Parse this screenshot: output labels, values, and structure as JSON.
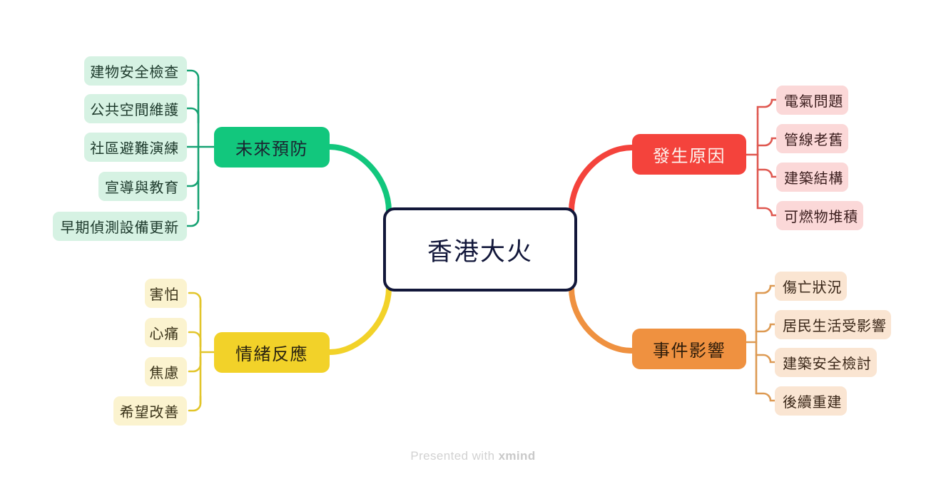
{
  "central": {
    "label": "香港大火"
  },
  "branches": [
    {
      "id": "prevention",
      "label": "未來預防",
      "color": "#12c77d",
      "side": "left",
      "children": [
        {
          "label": "建物安全檢查"
        },
        {
          "label": "公共空間維護"
        },
        {
          "label": "社區避難演練"
        },
        {
          "label": "宣導與教育"
        },
        {
          "label": "早期偵測設備更新"
        }
      ]
    },
    {
      "id": "causes",
      "label": "發生原因",
      "color": "#f4433c",
      "side": "right",
      "children": [
        {
          "label": "電氣問題"
        },
        {
          "label": "管線老舊"
        },
        {
          "label": "建築結構"
        },
        {
          "label": "可燃物堆積"
        }
      ]
    },
    {
      "id": "emotions",
      "label": "情緒反應",
      "color": "#f2d229",
      "side": "left",
      "children": [
        {
          "label": "害怕"
        },
        {
          "label": "心痛"
        },
        {
          "label": "焦慮"
        },
        {
          "label": "希望改善"
        }
      ]
    },
    {
      "id": "impact",
      "label": "事件影響",
      "color": "#ef9140",
      "side": "right",
      "children": [
        {
          "label": "傷亡狀況"
        },
        {
          "label": "居民生活受影響"
        },
        {
          "label": "建築安全檢討"
        },
        {
          "label": "後續重建"
        }
      ]
    }
  ],
  "footer": {
    "prefix": "Presented with ",
    "brand": "xmind"
  }
}
